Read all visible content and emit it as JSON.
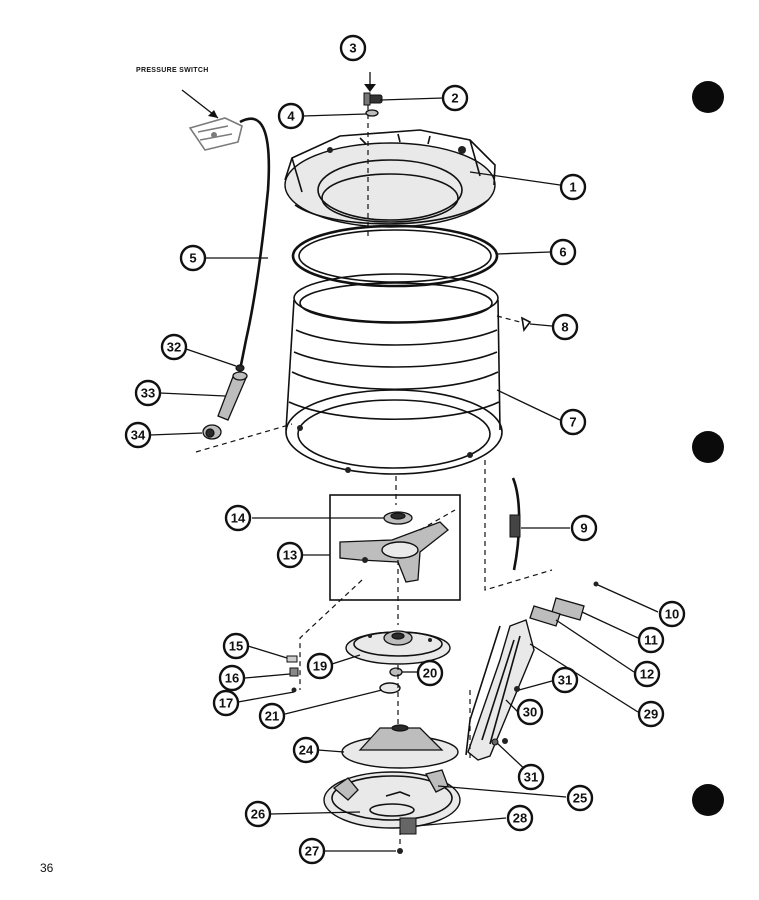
{
  "labels": {
    "pressure_switch": "PRESSURE SWITCH"
  },
  "page_number": "36",
  "callouts": [
    "1",
    "2",
    "3",
    "4",
    "5",
    "6",
    "7",
    "8",
    "9",
    "10",
    "11",
    "12",
    "13",
    "14",
    "15",
    "16",
    "17",
    "19",
    "20",
    "21",
    "24",
    "25",
    "26",
    "27",
    "28",
    "29",
    "30",
    "31",
    "31",
    "32",
    "33",
    "34"
  ]
}
